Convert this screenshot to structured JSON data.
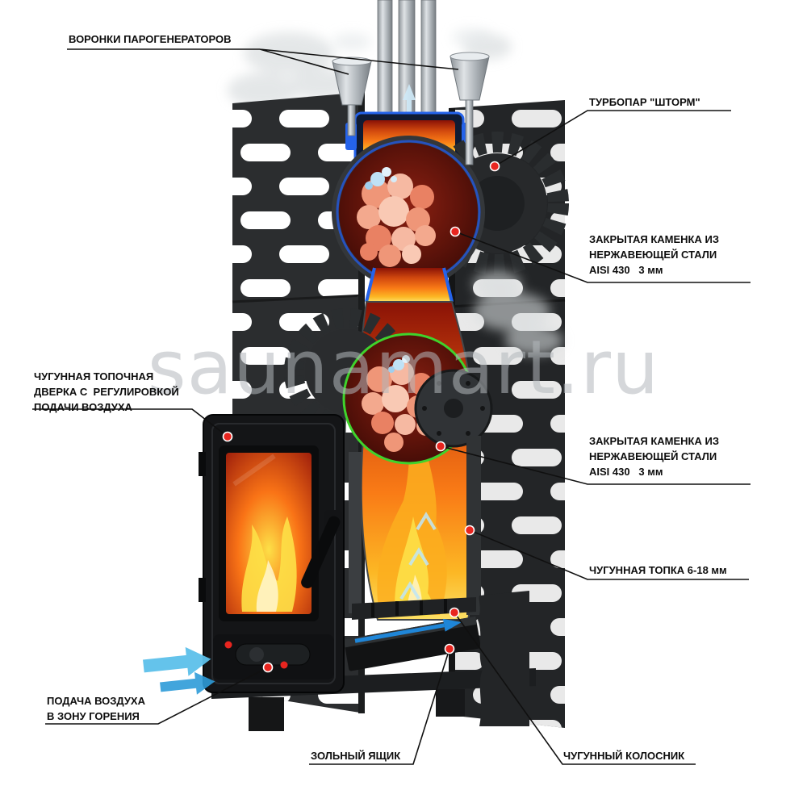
{
  "watermark": "saunamart.ru",
  "labels": {
    "steam_funnels": "ВОРОНКИ ПАРОГЕНЕРАТОРОВ",
    "turbopar": "ТУРБОПАР \"ШТОРМ\"",
    "closed_stove_top": "ЗАКРЫТАЯ КАМЕНКА ИЗ\nНЕРЖАВЕЮЩЕЙ СТАЛИ\nAISI 430   3 мм",
    "fire_door": "ЧУГУННАЯ ТОПОЧНАЯ\nДВЕРКА С  РЕГУЛИРОВКОЙ\nПОДАЧИ ВОЗДУХА",
    "closed_stove_mid": "ЗАКРЫТАЯ КАМЕНКА ИЗ\nНЕРЖАВЕЮЩЕЙ СТАЛИ\nAISI 430   3 мм",
    "cast_iron_firebox": "ЧУГУННАЯ ТОПКА 6-18 мм",
    "air_supply": "ПОДАЧА ВОЗДУХА\nВ ЗОНУ ГОРЕНИЯ",
    "ash_box": "ЗОЛЬНЫЙ ЯЩИК",
    "grate": "ЧУГУННЫЙ КОЛОСНИК"
  },
  "colors": {
    "callout_dot": "#e8251f",
    "callout_line": "#101010",
    "flame_orange": "#f97316",
    "water_blue": "#2563eb",
    "rim_green": "#3fd32c",
    "stone_salmon": "#ef9678",
    "panel_dark": "#2b2d2f",
    "watermark_gray": "#b3b8bc"
  }
}
